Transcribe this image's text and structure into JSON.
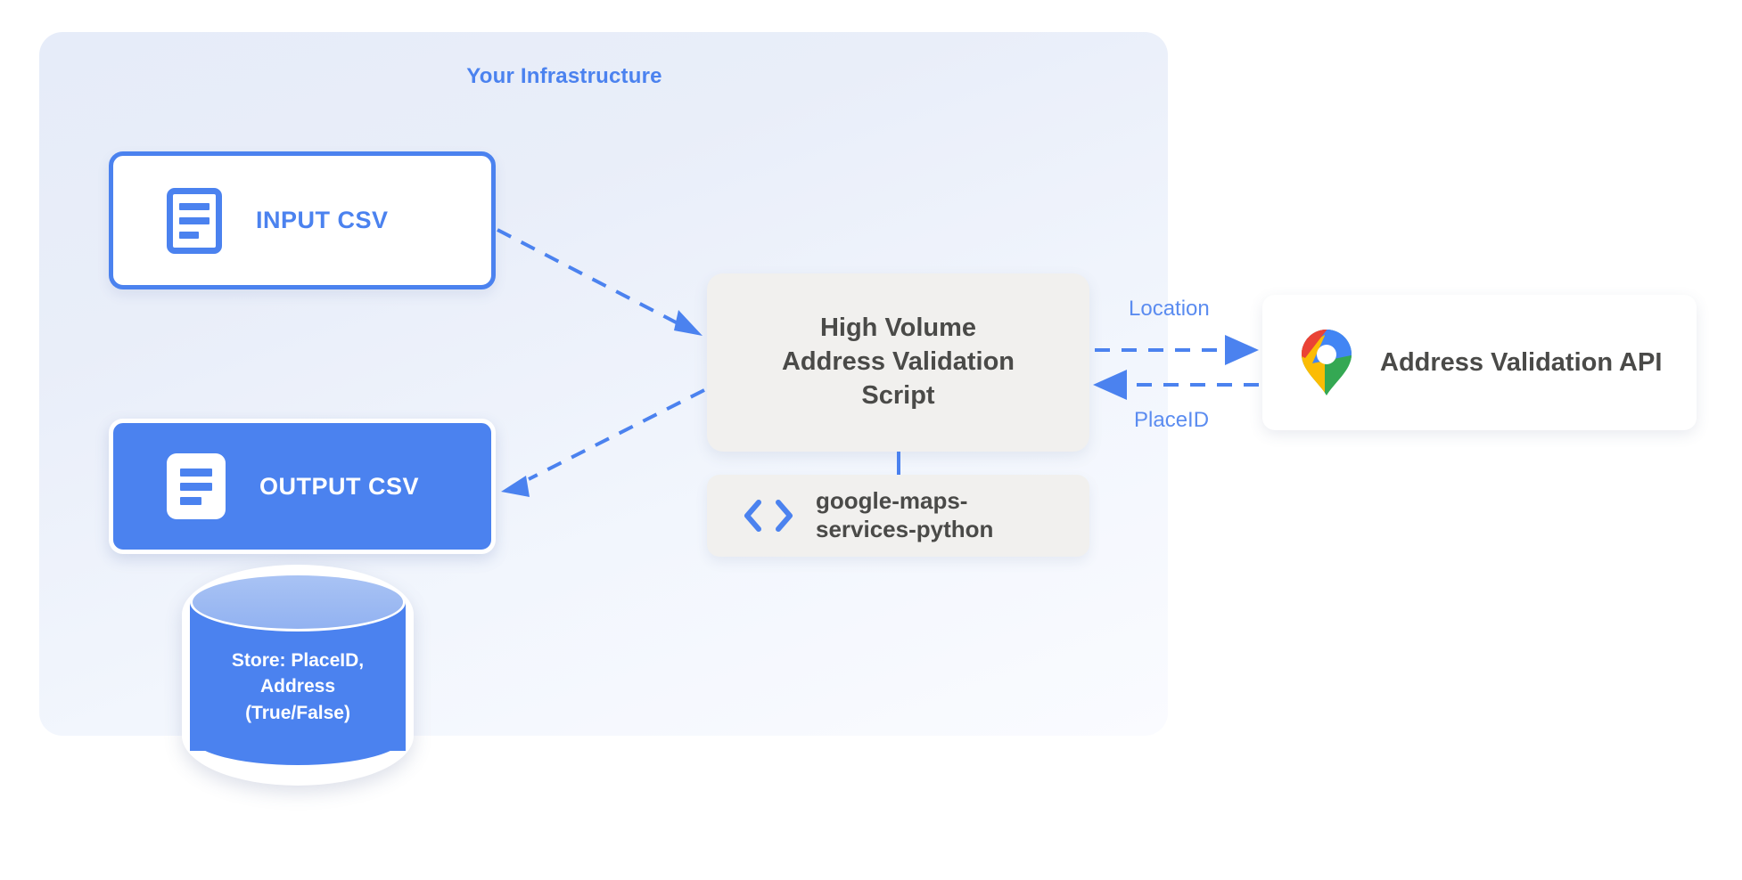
{
  "panel": {
    "title": "Your Infrastructure",
    "accent_color": "#4b82ef",
    "background_color": "#e9eef9"
  },
  "nodes": {
    "input_csv": {
      "label": "INPUT CSV",
      "icon": "document-icon",
      "fill": "#ffffff",
      "border": "#4b82ef",
      "text_color": "#4b82ef"
    },
    "output_csv": {
      "label": "OUTPUT CSV",
      "icon": "document-icon",
      "fill": "#4b82ef",
      "border": "#ffffff",
      "text_color": "#ffffff"
    },
    "script": {
      "line1": "High Volume",
      "line2": "Address Validation",
      "line3": "Script",
      "fill": "#f1f0ee",
      "text_color": "#4a4a48"
    },
    "library": {
      "line1": "google-maps-",
      "line2": "services-python",
      "icon": "code-brackets-icon",
      "fill": "#f1f0ee",
      "text_color": "#4a4a48"
    },
    "api": {
      "label": "Address Validation API",
      "icon": "google-maps-pin-icon",
      "fill": "#ffffff",
      "text_color": "#4a4a48"
    },
    "database": {
      "line1": "Store: PlaceID,",
      "line2": "Address",
      "line3": "(True/False)",
      "fill": "#4b82ef",
      "top_fill": "#9cbaf2",
      "text_color": "#ffffff"
    }
  },
  "edges": {
    "location_label": "Location",
    "placeid_label": "PlaceID",
    "edge_color": "#4b82ef",
    "style": "dashed"
  }
}
